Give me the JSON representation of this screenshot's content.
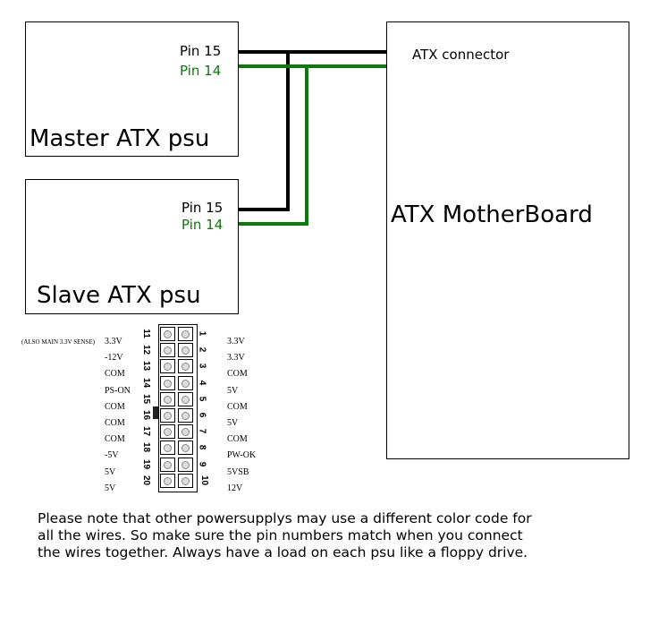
{
  "master": {
    "title": "Master ATX psu",
    "pin15": "Pin 15",
    "pin14": "Pin 14"
  },
  "slave": {
    "title": "Slave ATX psu",
    "pin15": "Pin 15",
    "pin14": "Pin 14"
  },
  "motherboard": {
    "title": "ATX MotherBoard",
    "connector_label": "ATX connector"
  },
  "connector": {
    "side_note": "(ALSO MAIN 3.3V SENSE)",
    "left_pins": [
      "11",
      "12",
      "13",
      "14",
      "15",
      "16",
      "17",
      "18",
      "19",
      "20"
    ],
    "right_pins": [
      "1",
      "2",
      "3",
      "4",
      "5",
      "6",
      "7",
      "8",
      "9",
      "10"
    ],
    "left_labels": [
      "3.3V",
      "-12V",
      "COM",
      "PS-ON",
      "COM",
      "COM",
      "COM",
      "-5V",
      "5V",
      "5V"
    ],
    "right_labels": [
      "3.3V",
      "3.3V",
      "COM",
      "5V",
      "COM",
      "5V",
      "COM",
      "PW-OK",
      "5VSB",
      "12V"
    ]
  },
  "note": "Please note that other powersupplys may use a different color code for all the wires. So make sure the pin numbers match when you connect the wires together. Always have a load on each psu like a floppy drive.",
  "colors": {
    "black_wire": "#000000",
    "green_wire": "#0a7a0a"
  }
}
